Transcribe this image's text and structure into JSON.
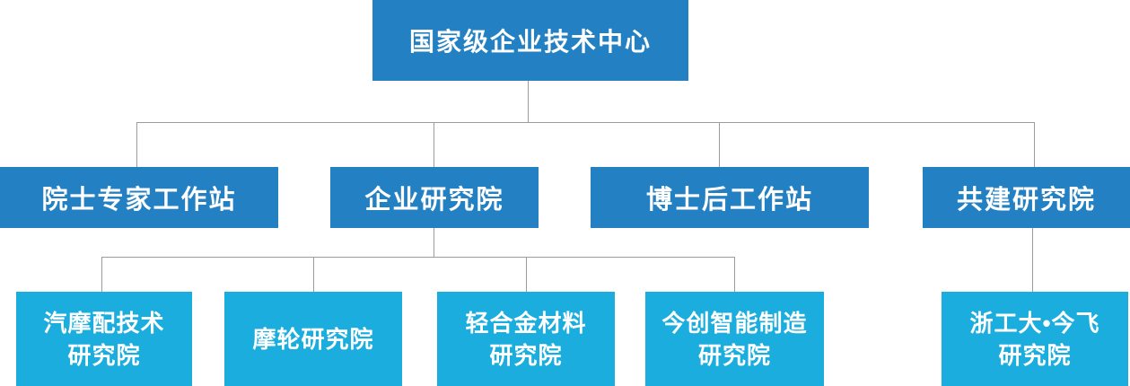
{
  "diagram": {
    "root": {
      "label": "国家级企业技术中心"
    },
    "level2": [
      {
        "label": "院士专家工作站"
      },
      {
        "label": "企业研究院"
      },
      {
        "label": "博士后工作站"
      },
      {
        "label": "共建研究院"
      }
    ],
    "level3": [
      {
        "label": "汽摩配技术\n研究院"
      },
      {
        "label": "摩轮研究院"
      },
      {
        "label": "轻合金材料\n研究院"
      },
      {
        "label": "今创智能制造\n研究院"
      },
      {
        "label": "浙工大•今飞\n研究院"
      }
    ],
    "colors": {
      "primary_blue": "#2381c3",
      "light_cyan": "#1badde",
      "connector_gray": "#9c9c9c",
      "text_white": "#ffffff"
    }
  }
}
